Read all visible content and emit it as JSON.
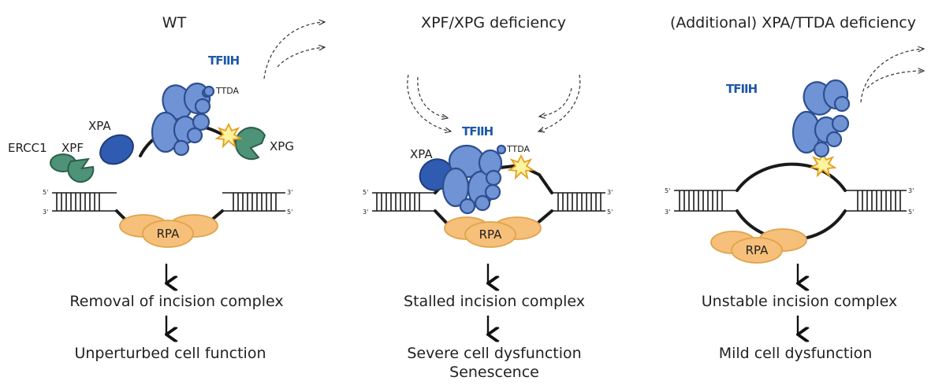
{
  "panels": [
    {
      "title": "WT",
      "labels": {
        "tfiih": "TFIIH",
        "ttda": "TTDA",
        "xpa": "XPA",
        "ercc1": "ERCC1",
        "xpf": "XPF",
        "xpg": "XPG",
        "rpa": "RPA"
      },
      "outcomes": [
        "Removal of incision complex",
        "Unperturbed cell function"
      ]
    },
    {
      "title": "XPF/XPG deficiency",
      "labels": {
        "tfiih": "TFIIH",
        "ttda": "TTDA",
        "xpa": "XPA",
        "rpa": "RPA"
      },
      "outcomes": [
        "Stalled incision complex",
        "Severe cell dysfunction",
        "Senescence"
      ]
    },
    {
      "title": "(Additional) XPA/TTDA deficiency",
      "labels": {
        "tfiih": "TFIIH",
        "rpa": "RPA"
      },
      "outcomes": [
        "Unstable incision complex",
        "Mild cell dysfunction"
      ]
    }
  ],
  "strand_ends": {
    "five": "5'",
    "three": "3'"
  },
  "colors": {
    "tfiih_subunit": "#6f93d4",
    "xpa": "#2f5bb0",
    "nuclease": "#4e9278",
    "rpa": "#f6c07a",
    "tfiih_label": "#1f5aa6"
  }
}
